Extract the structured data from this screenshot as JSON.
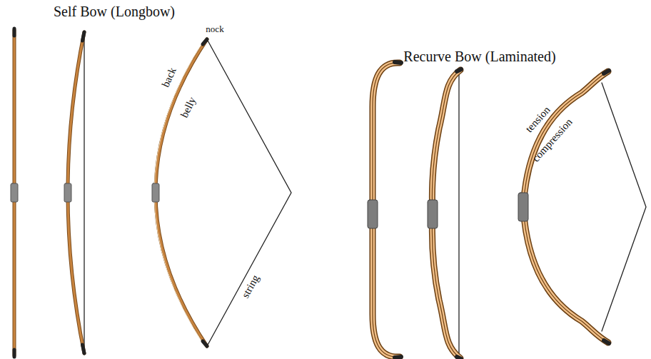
{
  "diagram": {
    "labels": [
      "Self Bow (Longbow)",
      "nock",
      "back",
      "belly",
      "string",
      "Recurve Bow (Laminated)",
      "tension",
      "compression"
    ]
  }
}
